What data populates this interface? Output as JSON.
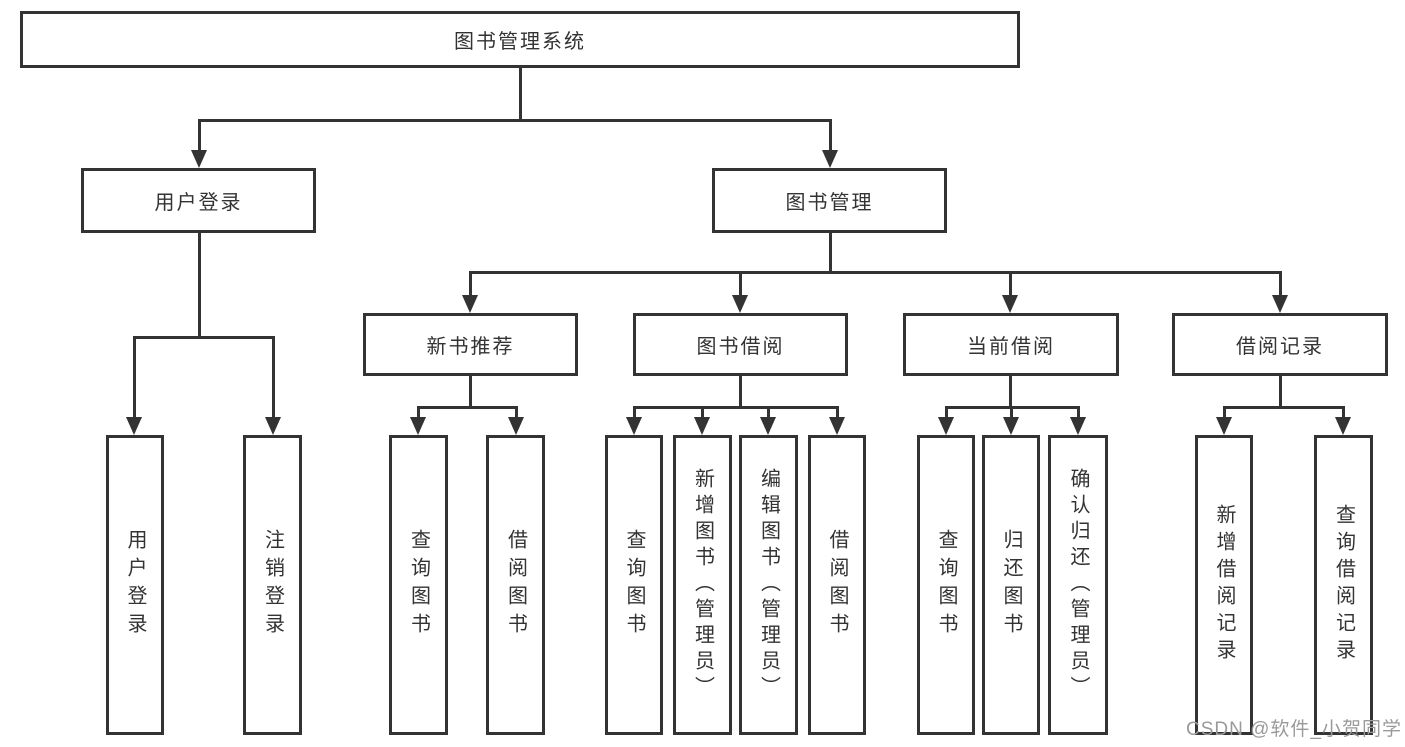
{
  "tree": {
    "root": "图书管理系统",
    "l1": [
      {
        "label": "用户登录",
        "children": [
          "用户登录",
          "注销登录"
        ]
      },
      {
        "label": "图书管理"
      }
    ],
    "l2": [
      {
        "label": "新书推荐",
        "children": [
          "查询图书",
          "借阅图书"
        ]
      },
      {
        "label": "图书借阅",
        "children": [
          "查询图书",
          "新增图书（管理员）",
          "编辑图书（管理员）",
          "借阅图书"
        ]
      },
      {
        "label": "当前借阅",
        "children": [
          "查询图书",
          "归还图书",
          "确认归还（管理员）"
        ]
      },
      {
        "label": "借阅记录",
        "children": [
          "新增借阅记录",
          "查询借阅记录"
        ]
      }
    ]
  },
  "watermark": {
    "text": "CSDN @软件_小贺同学"
  },
  "colors": {
    "line": "#333333",
    "text": "#333333",
    "watermark": "#9a9a9a",
    "background": "#ffffff"
  }
}
